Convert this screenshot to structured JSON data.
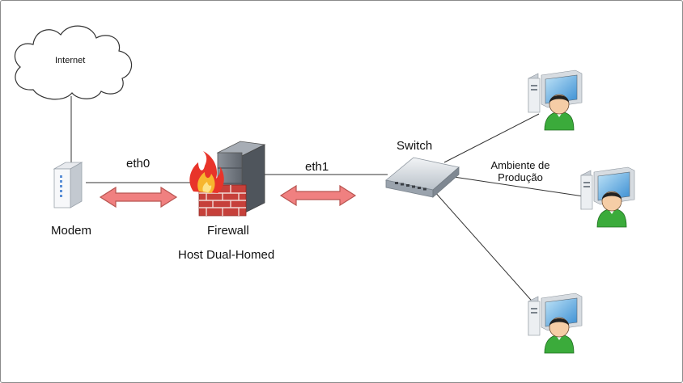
{
  "labels": {
    "internet": "Internet",
    "modem": "Modem",
    "eth0": "eth0",
    "eth1": "eth1",
    "firewall": "Firewall",
    "host": "Host Dual-Homed",
    "switch": "Switch",
    "production_line1": "Ambiente de",
    "production_line2": "Produção"
  },
  "colors": {
    "arrow_fill": "#f08080",
    "arrow_stroke": "#b85450",
    "link_line": "#333333"
  }
}
